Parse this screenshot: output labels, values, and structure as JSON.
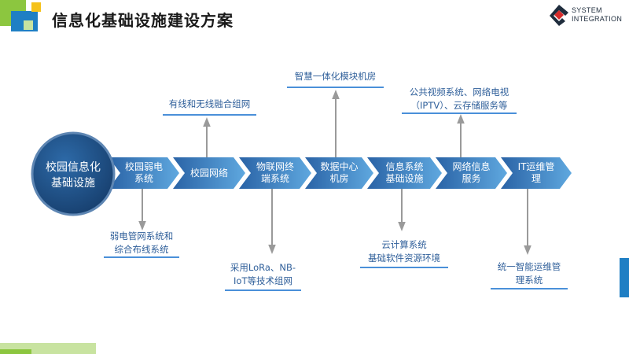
{
  "header": {
    "title": "信息化基础设施建设方案",
    "logo_line1": "SYSTEM",
    "logo_line2": "INTEGRATION"
  },
  "diagram": {
    "center": {
      "line1": "校园信息化",
      "line2": "基础设施"
    },
    "stages": [
      {
        "line1": "校园弱电",
        "line2": "系统"
      },
      {
        "line1": "校园网络",
        "line2": ""
      },
      {
        "line1": "物联网终",
        "line2": "端系统"
      },
      {
        "line1": "数据中心",
        "line2": "机房"
      },
      {
        "line1": "信息系统",
        "line2": "基础设施"
      },
      {
        "line1": "网络信息",
        "line2": "服务"
      },
      {
        "line1": "IT运维管",
        "line2": "理"
      }
    ],
    "annotations": [
      {
        "line1": "弱电管网系统和",
        "line2": "综合布线系统"
      },
      {
        "line1": "有线和无线融合组网",
        "line2": ""
      },
      {
        "line1": "采用LoRa、NB-",
        "line2": "IoT等技术组网"
      },
      {
        "line1": "智慧一体化模块机房",
        "line2": ""
      },
      {
        "line1": "云计算系统",
        "line2": "基础软件资源环境"
      },
      {
        "line1": "公共视频系统、网络电视",
        "line2": "（IPTV）、云存储服务等"
      },
      {
        "line1": "统一智能运维管",
        "line2": "理系统"
      }
    ]
  },
  "colors": {
    "deco_green": "#8cc63f",
    "deco_light_green": "#c8e3a0",
    "deco_blue": "#1f7fc4",
    "deco_yellow": "#f5c21b",
    "circle": "#1e4f86",
    "arrow_dark": "#2a63a6",
    "arrow_light": "#5fa8df",
    "connector": "#9a9a9a",
    "underline": "#4a90d9",
    "annotation_text": "#2f5f9a"
  },
  "icons": {
    "logo": "system-integration-logo-icon"
  }
}
